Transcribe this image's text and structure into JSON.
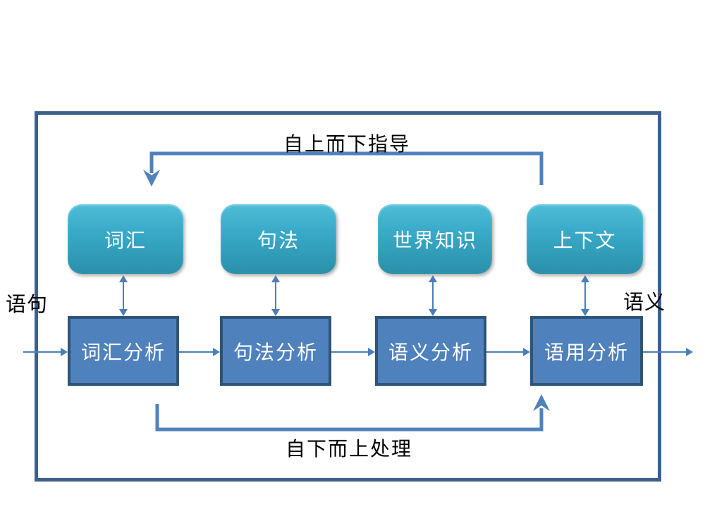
{
  "diagram": {
    "title_semantic": "chinese-nlp-pipeline-diagram",
    "top_feedback_label": "自上而下指导",
    "bottom_process_label": "自下而上处理",
    "input_label": "语句",
    "output_label": "语义",
    "knowledge_boxes": [
      {
        "label": "词汇"
      },
      {
        "label": "句法"
      },
      {
        "label": "世界知识"
      },
      {
        "label": "上下文"
      }
    ],
    "process_boxes": [
      {
        "label": "词汇分析"
      },
      {
        "label": "句法分析"
      },
      {
        "label": "语义分析"
      },
      {
        "label": "语用分析"
      }
    ],
    "colors": {
      "outer_border": "#3d6089",
      "feedback_path": "#4f81bd",
      "thin_arrow": "#4a7ebb",
      "process_fill": "#4f81bd",
      "process_border": "#2e5479",
      "knowledge_gradient_top": "#4fbdd7",
      "knowledge_gradient_bottom": "#2b90aa",
      "box_text": "#ffffff",
      "label_text": "#000000"
    }
  }
}
